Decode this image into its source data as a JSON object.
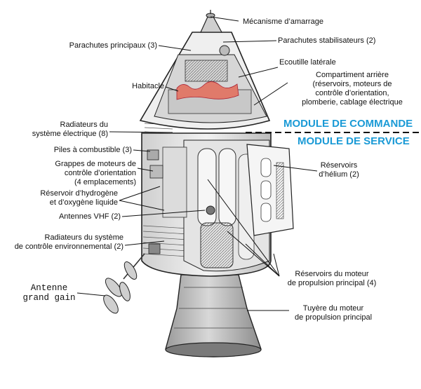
{
  "labels": {
    "docking": "Mécanisme d’amarrage",
    "main_parachutes": "Parachutes principaux (3)",
    "stabilizing_parachutes": "Parachutes stabilisateurs (2)",
    "side_hatch": "Ecoutille latérale",
    "cabin": "Habitacle",
    "aft_compartment": [
      "Compartiment arrière",
      "(réservoirs, moteurs de",
      "contrôle d’orientation,",
      "plomberie, cablage électrique"
    ],
    "electrical_radiators": [
      "Radiateurs du",
      "système électrique (8)"
    ],
    "fuel_cells": "Piles à combustible (3)",
    "rcs_quads": [
      "Grappes de moteurs de",
      "contrôle d’orientation",
      "(4 emplacements)"
    ],
    "h2_o2_tanks": [
      "Réservoir d’hydrogène",
      "et d’oxygène liquide"
    ],
    "vhf_antennas": "Antennes VHF (2)",
    "env_radiators": [
      "Radiateurs du système",
      "de contrôle environnemental (2)"
    ],
    "high_gain_antenna": [
      "Antenne",
      "grand gain"
    ],
    "helium_tanks": [
      "Réservoirs",
      "d’hélium (2)"
    ],
    "sps_tanks": [
      "Réservoirs du moteur",
      "de propulsion principal (4)"
    ],
    "sps_nozzle": [
      "Tuyère du moteur",
      "de propulsion principal"
    ]
  },
  "modules": {
    "command": "MODULE DE COMMANDE",
    "service": "MODULE DE SERVICE"
  },
  "colors": {
    "module_text": "#1a9ad6",
    "crew_figures": "#e07a6a",
    "divider": "#111111"
  }
}
